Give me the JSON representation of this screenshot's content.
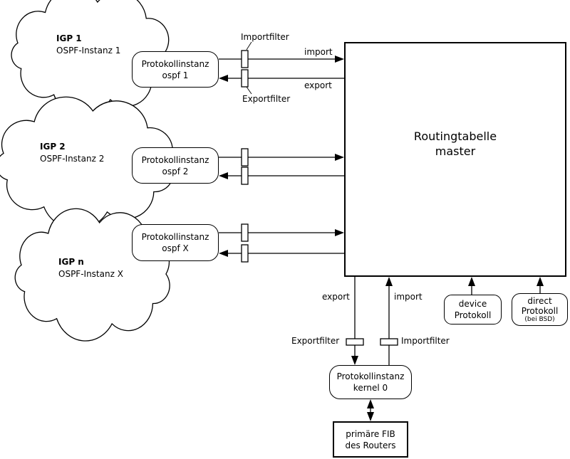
{
  "diagram": {
    "clouds": [
      {
        "title": "IGP 1",
        "subtitle": "OSPF-Instanz 1"
      },
      {
        "title": "IGP 2",
        "subtitle": "OSPF-Instanz 2"
      },
      {
        "title": "IGP n",
        "subtitle": "OSPF-Instanz X"
      }
    ],
    "protocol_boxes": [
      {
        "line1": "Protokollinstanz",
        "line2": "ospf 1"
      },
      {
        "line1": "Protokollinstanz",
        "line2": "ospf 2"
      },
      {
        "line1": "Protokollinstanz",
        "line2": "ospf X"
      }
    ],
    "master_table": {
      "line1": "Routingtabelle",
      "line2": "master"
    },
    "labels": {
      "importfilter_top": "Importfilter",
      "exportfilter_top": "Exportfilter",
      "import_top": "import",
      "export_top": "export",
      "export_bottom": "export",
      "import_bottom": "import",
      "exportfilter_bottom": "Exportfilter",
      "importfilter_bottom": "Importfilter"
    },
    "kernel_box": {
      "line1": "Protokollinstanz",
      "line2": "kernel 0"
    },
    "device_box": {
      "line1": "device",
      "line2": "Protokoll"
    },
    "direct_box": {
      "line1": "direct",
      "line2": "Protokoll",
      "line3": "(bei BSD)"
    },
    "fib_box": {
      "line1": "primäre FIB",
      "line2": "des Routers"
    },
    "colors": {
      "stroke": "#000000",
      "background": "#ffffff"
    }
  }
}
